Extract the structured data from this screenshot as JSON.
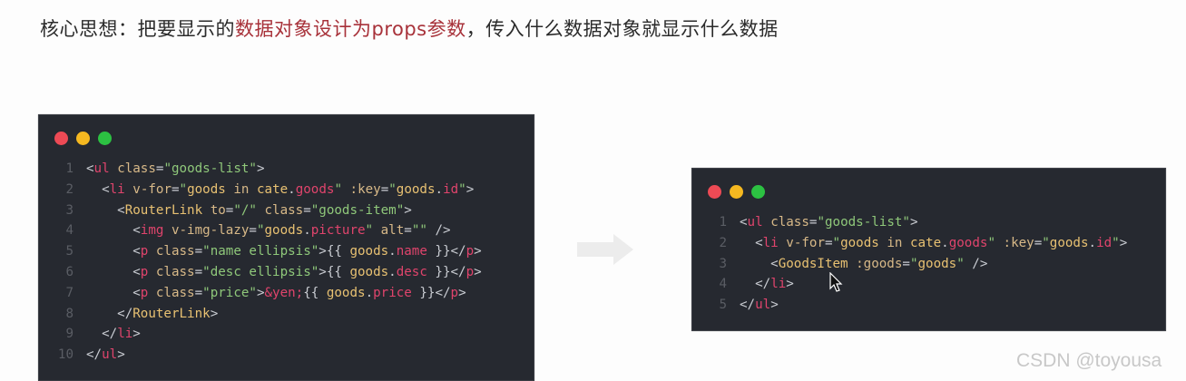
{
  "headline": {
    "prefix": "核心思想：把要显示的",
    "highlight": "数据对象设计为props参数",
    "suffix": "，传入什么数据对象就显示什么数据",
    "highlight_color": "#a8323a"
  },
  "window_dots": [
    "#ed4a55",
    "#f5b820",
    "#2cc142"
  ],
  "left_panel": {
    "lines": [
      {
        "n": "1",
        "tokens": [
          [
            "p",
            "<"
          ],
          [
            "t",
            "ul"
          ],
          [
            "w",
            " "
          ],
          [
            "a",
            "class"
          ],
          [
            "p",
            "="
          ],
          [
            "s",
            "\"goods-list\""
          ],
          [
            "p",
            ">"
          ]
        ]
      },
      {
        "n": "2",
        "tokens": [
          [
            "w",
            "  "
          ],
          [
            "p",
            "<"
          ],
          [
            "t",
            "li"
          ],
          [
            "w",
            " "
          ],
          [
            "a",
            "v-for"
          ],
          [
            "p",
            "="
          ],
          [
            "s",
            "\""
          ],
          [
            "y",
            "goods"
          ],
          [
            "w",
            " "
          ],
          [
            "a",
            "in"
          ],
          [
            "w",
            " "
          ],
          [
            "y",
            "cate"
          ],
          [
            "p",
            "."
          ],
          [
            "r",
            "goods"
          ],
          [
            "s",
            "\""
          ],
          [
            "w",
            " "
          ],
          [
            "a",
            ":key"
          ],
          [
            "p",
            "="
          ],
          [
            "s",
            "\""
          ],
          [
            "y",
            "goods"
          ],
          [
            "p",
            "."
          ],
          [
            "r",
            "id"
          ],
          [
            "s",
            "\""
          ],
          [
            "p",
            ">"
          ]
        ]
      },
      {
        "n": "3",
        "tokens": [
          [
            "w",
            "    "
          ],
          [
            "p",
            "<"
          ],
          [
            "y",
            "RouterLink"
          ],
          [
            "w",
            " "
          ],
          [
            "a",
            "to"
          ],
          [
            "p",
            "="
          ],
          [
            "s",
            "\"/\""
          ],
          [
            "w",
            " "
          ],
          [
            "a",
            "class"
          ],
          [
            "p",
            "="
          ],
          [
            "s",
            "\"goods-item\""
          ],
          [
            "p",
            ">"
          ]
        ]
      },
      {
        "n": "4",
        "tokens": [
          [
            "w",
            "      "
          ],
          [
            "p",
            "<"
          ],
          [
            "t",
            "img"
          ],
          [
            "w",
            " "
          ],
          [
            "a",
            "v-img-lazy"
          ],
          [
            "p",
            "="
          ],
          [
            "s",
            "\""
          ],
          [
            "y",
            "goods"
          ],
          [
            "p",
            "."
          ],
          [
            "r",
            "picture"
          ],
          [
            "s",
            "\""
          ],
          [
            "w",
            " "
          ],
          [
            "a",
            "alt"
          ],
          [
            "p",
            "="
          ],
          [
            "s",
            "\"\""
          ],
          [
            "w",
            " "
          ],
          [
            "p",
            "/>"
          ]
        ]
      },
      {
        "n": "5",
        "tokens": [
          [
            "w",
            "      "
          ],
          [
            "p",
            "<"
          ],
          [
            "t",
            "p"
          ],
          [
            "w",
            " "
          ],
          [
            "a",
            "class"
          ],
          [
            "p",
            "="
          ],
          [
            "s",
            "\"name ellipsis\""
          ],
          [
            "p",
            ">{{ "
          ],
          [
            "y",
            "goods"
          ],
          [
            "p",
            "."
          ],
          [
            "r",
            "name"
          ],
          [
            "p",
            " }}</"
          ],
          [
            "t",
            "p"
          ],
          [
            "p",
            ">"
          ]
        ]
      },
      {
        "n": "6",
        "tokens": [
          [
            "w",
            "      "
          ],
          [
            "p",
            "<"
          ],
          [
            "t",
            "p"
          ],
          [
            "w",
            " "
          ],
          [
            "a",
            "class"
          ],
          [
            "p",
            "="
          ],
          [
            "s",
            "\"desc ellipsis\""
          ],
          [
            "p",
            ">{{ "
          ],
          [
            "y",
            "goods"
          ],
          [
            "p",
            "."
          ],
          [
            "r",
            "desc"
          ],
          [
            "p",
            " }}</"
          ],
          [
            "t",
            "p"
          ],
          [
            "p",
            ">"
          ]
        ]
      },
      {
        "n": "7",
        "tokens": [
          [
            "w",
            "      "
          ],
          [
            "p",
            "<"
          ],
          [
            "t",
            "p"
          ],
          [
            "w",
            " "
          ],
          [
            "a",
            "class"
          ],
          [
            "p",
            "="
          ],
          [
            "s",
            "\"price\""
          ],
          [
            "p",
            ">"
          ],
          [
            "r",
            "&yen;"
          ],
          [
            "p",
            "{{ "
          ],
          [
            "y",
            "goods"
          ],
          [
            "p",
            "."
          ],
          [
            "r",
            "price"
          ],
          [
            "p",
            " }}</"
          ],
          [
            "t",
            "p"
          ],
          [
            "p",
            ">"
          ]
        ]
      },
      {
        "n": "8",
        "tokens": [
          [
            "w",
            "    "
          ],
          [
            "p",
            "</"
          ],
          [
            "y",
            "RouterLink"
          ],
          [
            "p",
            ">"
          ]
        ]
      },
      {
        "n": "9",
        "tokens": [
          [
            "w",
            "  "
          ],
          [
            "p",
            "</"
          ],
          [
            "t",
            "li"
          ],
          [
            "p",
            ">"
          ]
        ]
      },
      {
        "n": "10",
        "tokens": [
          [
            "p",
            "</"
          ],
          [
            "t",
            "ul"
          ],
          [
            "p",
            ">"
          ]
        ]
      }
    ]
  },
  "right_panel": {
    "lines": [
      {
        "n": "1",
        "tokens": [
          [
            "p",
            "<"
          ],
          [
            "t",
            "ul"
          ],
          [
            "w",
            " "
          ],
          [
            "a",
            "class"
          ],
          [
            "p",
            "="
          ],
          [
            "s",
            "\"goods-list\""
          ],
          [
            "p",
            ">"
          ]
        ]
      },
      {
        "n": "2",
        "tokens": [
          [
            "w",
            "  "
          ],
          [
            "p",
            "<"
          ],
          [
            "t",
            "li"
          ],
          [
            "w",
            " "
          ],
          [
            "a",
            "v-for"
          ],
          [
            "p",
            "="
          ],
          [
            "s",
            "\""
          ],
          [
            "y",
            "goods"
          ],
          [
            "w",
            " "
          ],
          [
            "a",
            "in"
          ],
          [
            "w",
            " "
          ],
          [
            "y",
            "cate"
          ],
          [
            "p",
            "."
          ],
          [
            "r",
            "goods"
          ],
          [
            "s",
            "\""
          ],
          [
            "w",
            " "
          ],
          [
            "a",
            ":key"
          ],
          [
            "p",
            "="
          ],
          [
            "s",
            "\""
          ],
          [
            "y",
            "goods"
          ],
          [
            "p",
            "."
          ],
          [
            "r",
            "id"
          ],
          [
            "s",
            "\""
          ],
          [
            "p",
            ">"
          ]
        ]
      },
      {
        "n": "3",
        "tokens": [
          [
            "w",
            "    "
          ],
          [
            "p",
            "<"
          ],
          [
            "y",
            "GoodsItem"
          ],
          [
            "w",
            " "
          ],
          [
            "a",
            ":goods"
          ],
          [
            "p",
            "="
          ],
          [
            "s",
            "\""
          ],
          [
            "y",
            "goods"
          ],
          [
            "s",
            "\""
          ],
          [
            "w",
            " "
          ],
          [
            "p",
            "/>"
          ]
        ]
      },
      {
        "n": "4",
        "tokens": [
          [
            "w",
            "  "
          ],
          [
            "p",
            "</"
          ],
          [
            "t",
            "li"
          ],
          [
            "p",
            ">"
          ]
        ]
      },
      {
        "n": "5",
        "tokens": [
          [
            "p",
            "</"
          ],
          [
            "t",
            "ul"
          ],
          [
            "p",
            ">"
          ]
        ]
      }
    ]
  },
  "arrow_icon": "right-arrow-icon",
  "watermark": "CSDN @toyousa"
}
